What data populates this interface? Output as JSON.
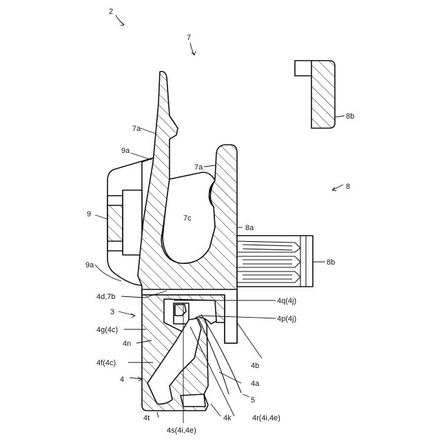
{
  "labels": {
    "l2": "2",
    "l7": "7",
    "l7a_top": "7a",
    "l9a_top": "9a",
    "l7a_mid": "7a",
    "l8": "8",
    "l9": "9",
    "l7c": "7c",
    "l8a": "8a",
    "l8b_top": "8b",
    "l8b_mid": "8b",
    "l9a_bot": "9a",
    "l4d7b": "4d,7b",
    "l4q": "4q(4j)",
    "l3": "3",
    "l4p": "4p(4j)",
    "l4g": "4g(4c)",
    "l4n": "4n",
    "l4b": "4b",
    "l4f": "4f(4c)",
    "l4a": "4a",
    "l4": "4",
    "l5": "5",
    "l4t": "4t",
    "l4k": "4k",
    "l4r": "4r(4i,4e)",
    "l4s": "4s(4i,4e)"
  }
}
